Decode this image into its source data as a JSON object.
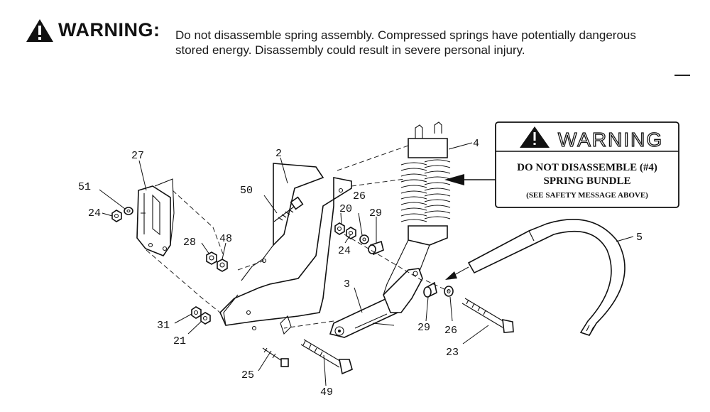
{
  "header": {
    "title": "WARNING:",
    "message_line1": "Do not disassemble spring assembly.  Compressed springs have potentially dangerous",
    "message_line2": "stored energy.  Disassembly could result in severe personal injury."
  },
  "sign": {
    "title": "WARNING",
    "line1": "DO NOT DISASSEMBLE (#4)",
    "line2": "SPRING BUNDLE",
    "line3": "(SEE SAFETY MESSAGE ABOVE)"
  },
  "callouts": {
    "c2": "2",
    "c3": "3",
    "c4": "4",
    "c5": "5",
    "c20": "20",
    "c21": "21",
    "c23": "23",
    "c24a": "24",
    "c24b": "24",
    "c25": "25",
    "c26a": "26",
    "c26b": "26",
    "c27": "27",
    "c28": "28",
    "c29a": "29",
    "c29b": "29",
    "c31": "31",
    "c48": "48",
    "c49": "49",
    "c50": "50",
    "c51": "51"
  },
  "icons": {
    "header_icon": "warning-triangle-icon",
    "sign_icon": "warning-triangle-icon"
  }
}
